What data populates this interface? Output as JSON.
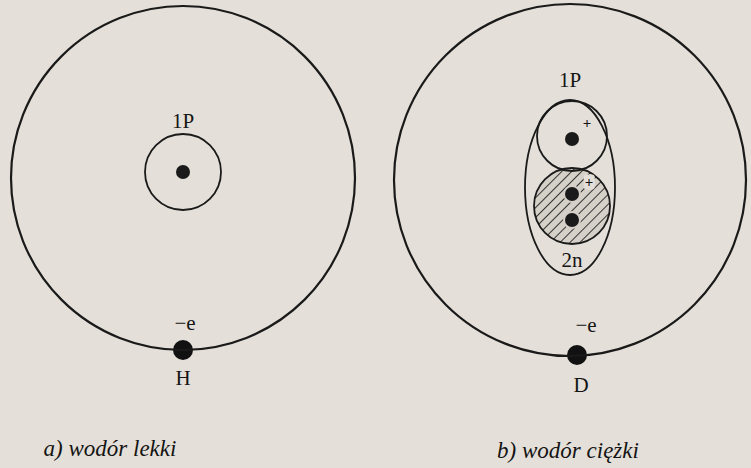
{
  "diagram": {
    "nodes": [
      {
        "text": [
          "−e",
          "H"
        ]
      },
      {
        "text": [
          "1P"
        ],
        "in": 0
      },
      {
        "text": [
          "−e",
          "D"
        ]
      },
      {
        "text": [
          "1P",
          "2n"
        ],
        "in": 2
      },
      {
        "text": [
          "+"
        ],
        "in": 3
      },
      {
        "text": [
          "+"
        ],
        "in": 3
      }
    ],
    "labels": [
      "a) wodór lekki",
      "b) wodór ciężki"
    ]
  }
}
